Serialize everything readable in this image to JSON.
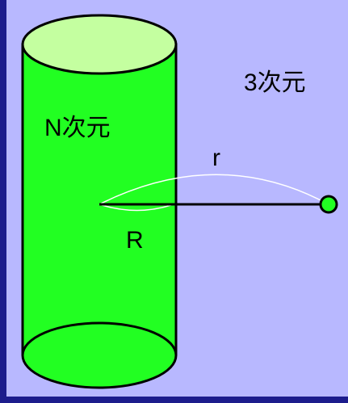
{
  "labels": {
    "three_d": "3次元",
    "n_dim": "N次元",
    "r_small": "r",
    "r_big": "R"
  },
  "colors": {
    "outer_frame": "#1c1c8c",
    "panel": "#b8b8ff",
    "cylinder_fill": "#22ff22",
    "cylinder_top": "#c4ffa0",
    "outline": "#000000",
    "arc": "#ffffff",
    "point": "#22ff22"
  }
}
